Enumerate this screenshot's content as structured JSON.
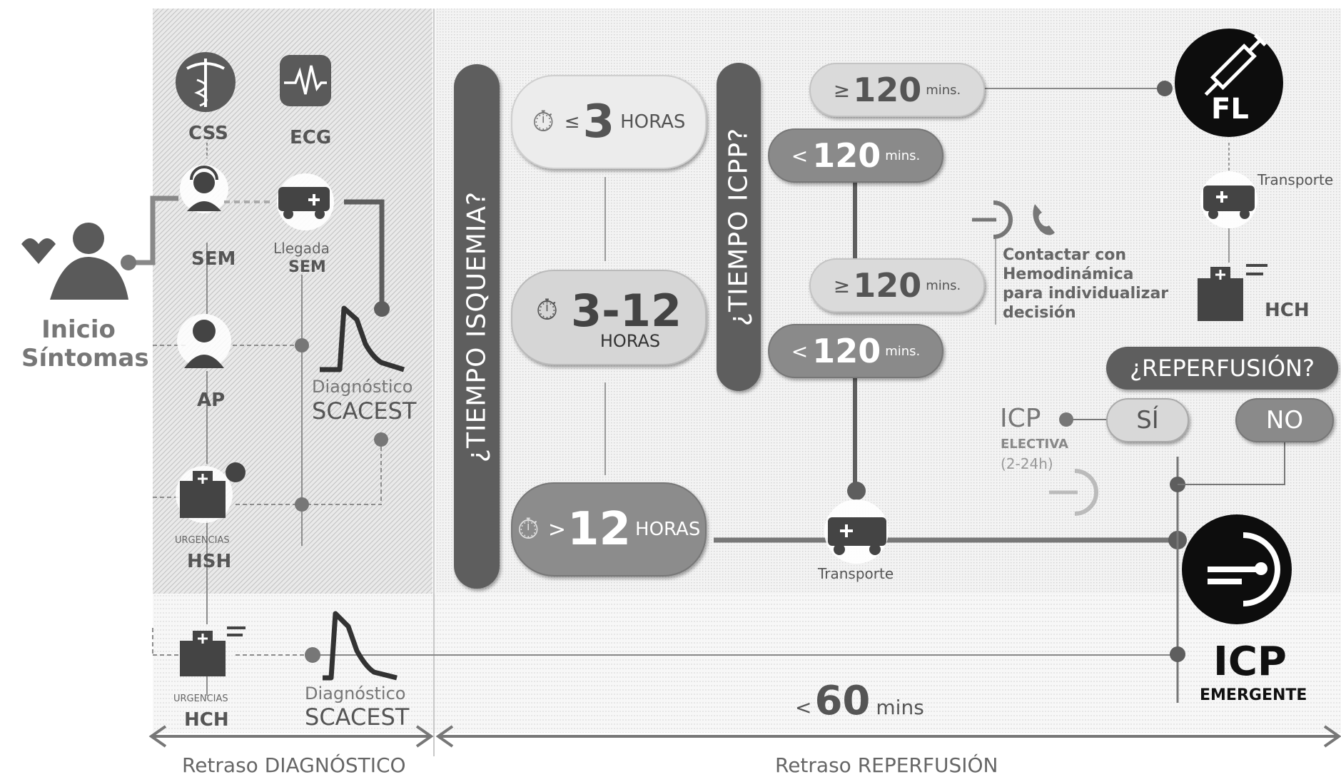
{
  "diagnostic_column": {
    "css_label": "CSS",
    "ecg_label": "ECG",
    "sem_label": "SEM",
    "llegada_label": "Llegada",
    "llegada_sem_label": "SEM",
    "ap_label": "AP",
    "urgencias_hsh_small": "URGENCIAS",
    "hsh_label": "HSH",
    "urgencias_hch_small": "URGENCIAS",
    "hch_label": "HCH",
    "diag1_line1": "Diagnóstico",
    "diag1_line2": "SCACEST",
    "diag2_line1": "Diagnóstico",
    "diag2_line2": "SCACEST"
  },
  "start": {
    "line1": "Inicio",
    "line2": "Síntomas"
  },
  "isquemia": {
    "bar_label": "¿TIEMPO ISQUEMIA?",
    "p1_sym": "≤",
    "p1_num": "3",
    "p1_unit": "HORAS",
    "p2_num": "3-12",
    "p2_unit": "HORAS",
    "p3_sym": ">",
    "p3_num": "12",
    "p3_unit": "HORAS"
  },
  "icpp": {
    "bar_label": "¿TIEMPO ICPP?",
    "t1_sym": "≥",
    "t1_num": "120",
    "t1_unit": "mins.",
    "t2_sym": "<",
    "t2_num": "120",
    "t2_unit": "mins.",
    "t3_sym": "≥",
    "t3_num": "120",
    "t3_unit": "mins.",
    "t4_sym": "<",
    "t4_num": "120",
    "t4_unit": "mins."
  },
  "reperfusion_col": {
    "contact_l1": "Contactar con",
    "contact_l2": "Hemodinámica",
    "contact_l3": "para individualizar",
    "contact_l4": "decisión",
    "fl_label": "FL",
    "transporte_top": "Transporte",
    "hch_label": "HCH",
    "reperfusion_q": "¿REPERFUSIÓN?",
    "si": "SÍ",
    "no": "NO",
    "icp_el": "ICP",
    "electiva": "ELECTIVA",
    "electiva_time": "(2-24h)",
    "transporte_bottom": "Transporte",
    "icp_big": "ICP",
    "emergente": "EMERGENTE",
    "sixty_sym": "<",
    "sixty_num": "60",
    "sixty_unit": "mins"
  },
  "footer": {
    "retraso_diag": "Retraso DIAGNÓSTICO",
    "retraso_rep": "Retraso REPERFUSIÓN"
  },
  "colors": {
    "dark": "#5e5e5e",
    "mid": "#8a8a8a",
    "light": "#d4d4d4",
    "black": "#0d0d0d"
  }
}
